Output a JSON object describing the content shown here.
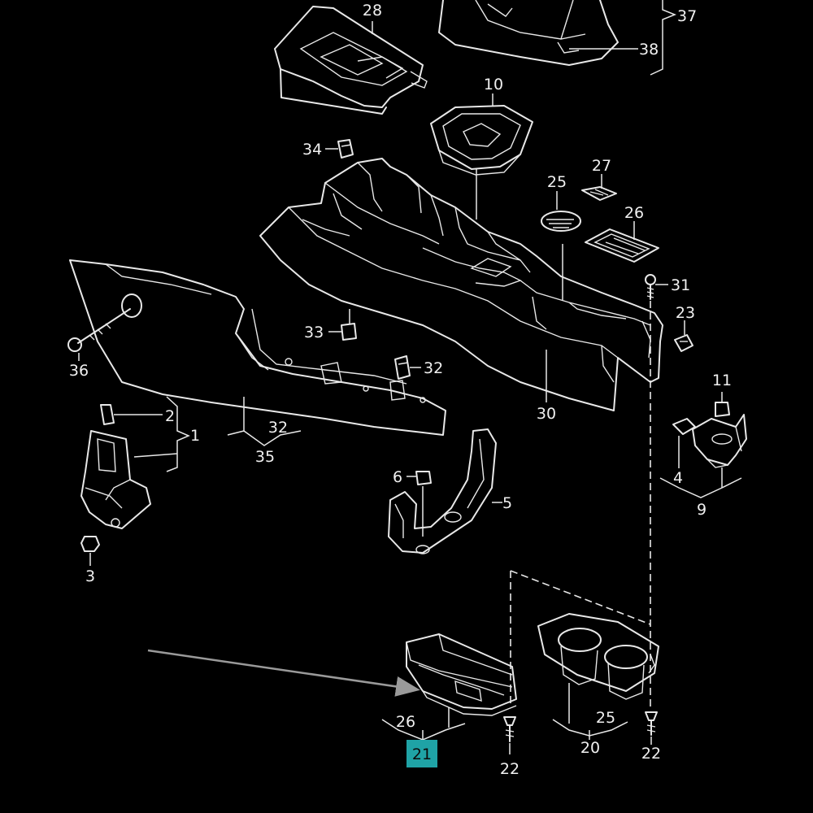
{
  "callouts": {
    "c28": "28",
    "c37": "37",
    "c38": "38",
    "c10": "10",
    "c34": "34",
    "c27": "27",
    "c25a": "25",
    "c26a": "26",
    "c31": "31",
    "c23": "23",
    "c33": "33",
    "c32a": "32",
    "c36": "36",
    "c2": "2",
    "c1": "1",
    "c32b": "32",
    "c35": "35",
    "c30": "30",
    "c11": "11",
    "c4": "4",
    "c9": "9",
    "c6": "6",
    "c5": "5",
    "c3": "3",
    "c26b": "26",
    "c21": "21",
    "c22a": "22",
    "c25b": "25",
    "c20": "20",
    "c22b": "22"
  },
  "highlight": {
    "part_number": "21",
    "color": "#1fa3a6"
  },
  "pointer_arrow": {
    "color": "#9a9a9a",
    "target": "21"
  }
}
